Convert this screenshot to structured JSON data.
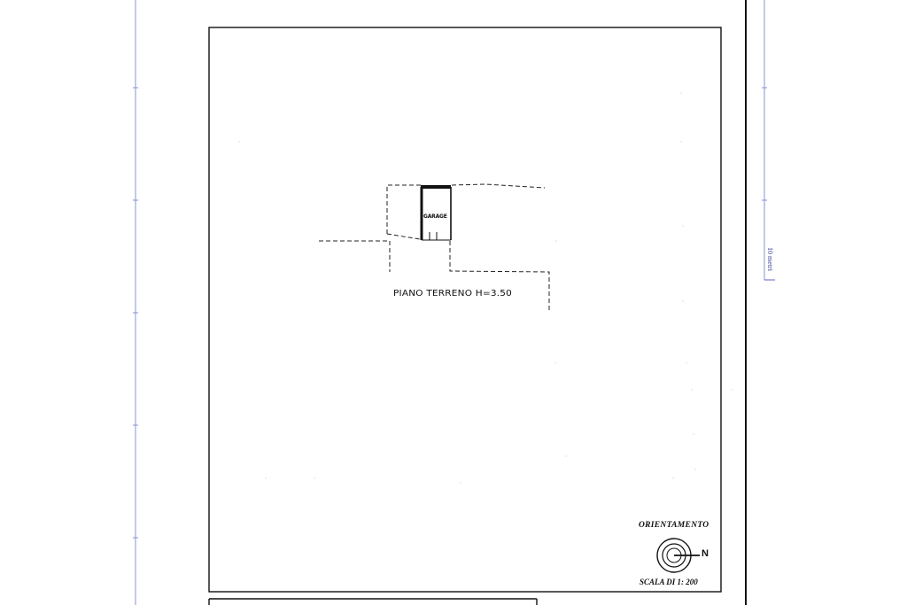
{
  "plan": {
    "floor_label": "PIANO TERRENO H=3.50",
    "room_label": "GARAGE",
    "orientation_label": "ORIENTAMENTO",
    "north_letter": "N",
    "scale_label": "SCALA DI 1: 200",
    "ruler_label": "10 metri"
  },
  "colors": {
    "ink": "#111111",
    "ruler_blue": "#5a64c8",
    "paper": "#ffffff"
  },
  "icons": {
    "compass": "north-arrow-icon"
  }
}
